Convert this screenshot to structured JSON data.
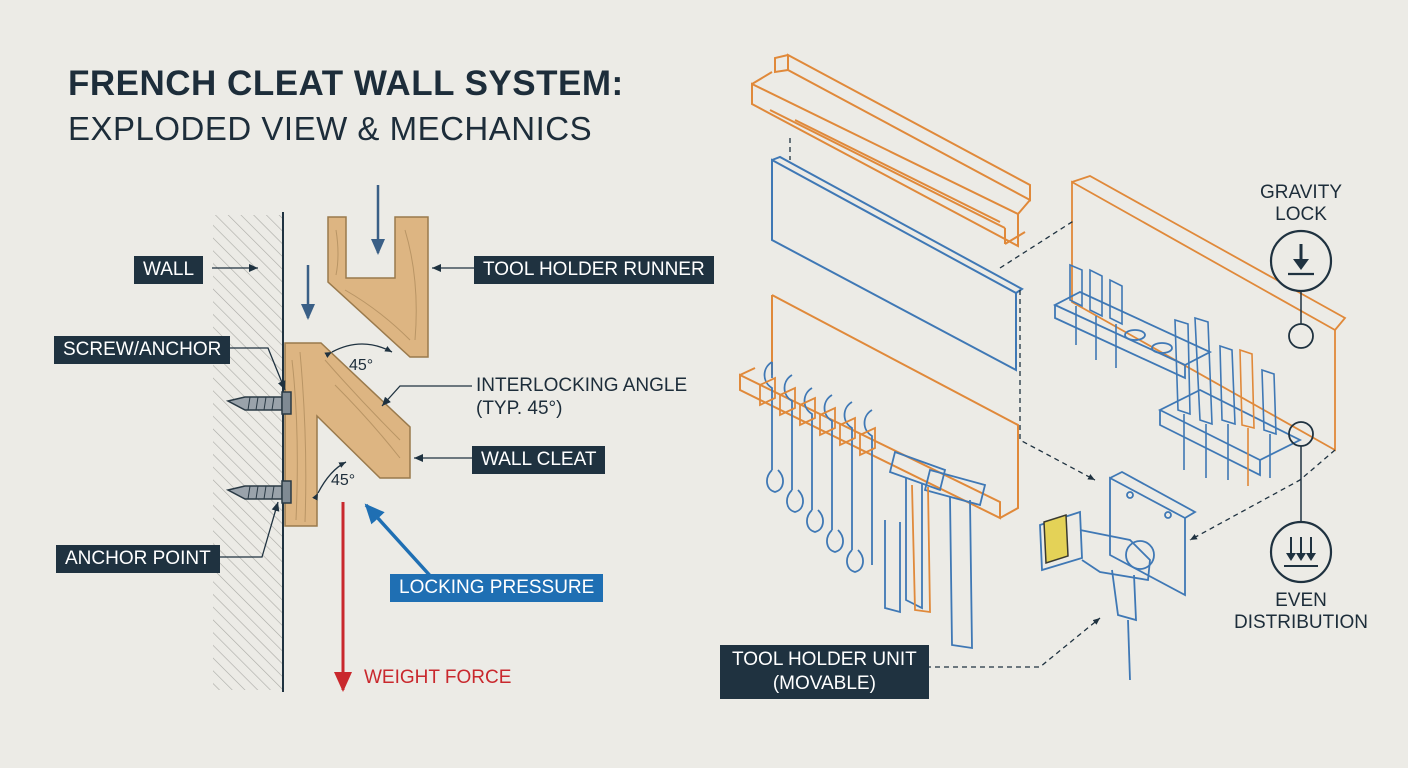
{
  "title": {
    "line1": "FRENCH CLEAT WALL SYSTEM:",
    "line2": "EXPLODED VIEW & MECHANICS"
  },
  "labels": {
    "wall": "WALL",
    "tool_holder_runner": "TOOL HOLDER RUNNER",
    "screw_anchor": "SCREW/ANCHOR",
    "interlocking_angle_line1": "INTERLOCKING ANGLE",
    "interlocking_angle_line2": "(TYP. 45°)",
    "angle_top": "45°",
    "angle_bottom": "45°",
    "wall_cleat": "WALL CLEAT",
    "anchor_point": "ANCHOR POINT",
    "locking_pressure": "LOCKING PRESSURE",
    "weight_force": "WEIGHT FORCE",
    "gravity_lock_line1": "GRAVITY",
    "gravity_lock_line2": "LOCK",
    "even_distribution_line1": "EVEN",
    "even_distribution_line2": "DISTRIBUTION",
    "tool_holder_unit_line1": "TOOL HOLDER UNIT",
    "tool_holder_unit_line2": "(MOVABLE)"
  },
  "colors": {
    "background": "#ecebe6",
    "dark_navy": "#1f3240",
    "blue_accent": "#1f6fb3",
    "red_force": "#c9282d",
    "wood": "#ddb582",
    "orange_outline": "#e0893a",
    "blue_outline": "#3f78b5"
  },
  "icons": [
    "gravity-lock-icon",
    "even-distribution-icon",
    "screw-icon",
    "wrench-icon",
    "hammer-icon",
    "screwdriver-icon",
    "drill-icon"
  ]
}
